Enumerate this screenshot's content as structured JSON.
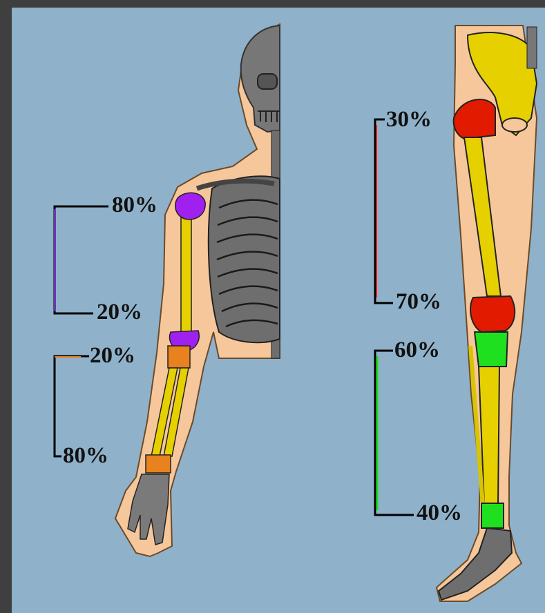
{
  "colors": {
    "background": "#8fb1c9",
    "frame": "#3f3f3f",
    "skin": "#f6c79a",
    "skeleton": "#6e6e6e",
    "shaft": "#e6d000",
    "humerus_growth": "#a020f0",
    "forearm_growth": "#e8821e",
    "femur_growth": "#e21b00",
    "tibia_growth": "#1fe01f"
  },
  "arm": {
    "humerus": {
      "proximal": "80%",
      "distal": "20%"
    },
    "forearm": {
      "proximal": "20%",
      "distal": "80%"
    }
  },
  "leg": {
    "femur": {
      "proximal": "30%",
      "distal": "70%"
    },
    "tibia": {
      "proximal": "60%",
      "distal": "40%"
    }
  }
}
